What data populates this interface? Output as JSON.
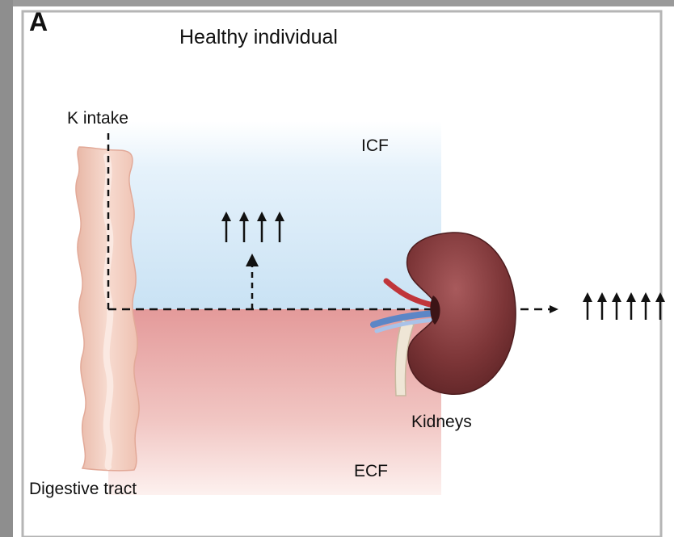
{
  "panel_letter": "A",
  "title": "Healthy individual",
  "labels": {
    "k_intake": "K intake",
    "icf": "ICF",
    "ecf": "ECF",
    "kidneys": "Kidneys",
    "digestive_tract": "Digestive tract"
  },
  "indicators": {
    "cell_uptake_arrow_count": 4,
    "urinary_excretion_arrow_count": 6
  },
  "colors": {
    "icf": "#cfe6f6",
    "ecf": "#e8a8a8",
    "kidney": "#7a3234",
    "gut": "#f1c9b9",
    "frame": "#8c8c8c"
  }
}
